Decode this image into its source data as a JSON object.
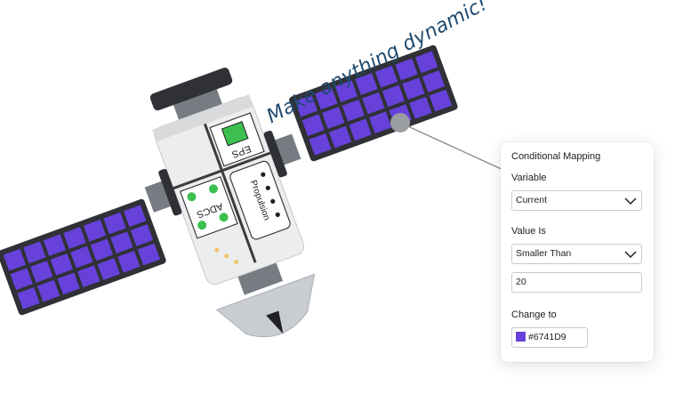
{
  "tagline": "Make anything dynamic!",
  "satellite": {
    "module_eps": "EPS",
    "module_adcs": "ADCS",
    "module_propulsion": "Propulsion"
  },
  "conditional_mapping": {
    "title": "Conditional Mapping",
    "variable_label": "Variable",
    "variable_value": "Current",
    "value_is_label": "Value Is",
    "comparator_value": "Smaller Than",
    "threshold_value": "20",
    "change_to_label": "Change to",
    "color_value": "#6741D9"
  },
  "colors": {
    "solar_cell": "#6741D9",
    "tagline": "#1f4a6f",
    "module_indicator": "#3dbf4f"
  }
}
